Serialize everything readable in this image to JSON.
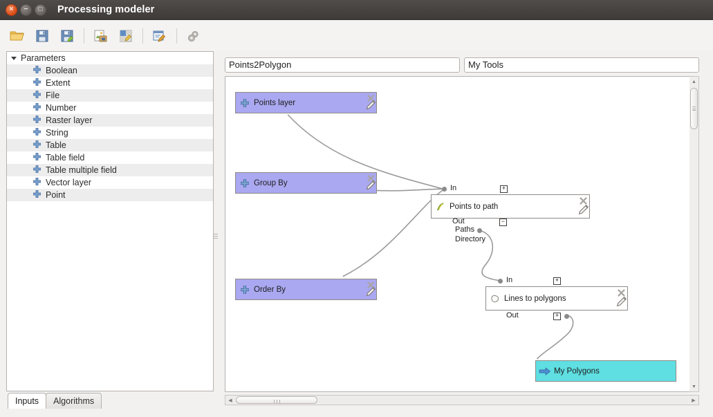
{
  "window": {
    "title": "Processing modeler",
    "controls": [
      {
        "name": "close",
        "glyph": "×"
      },
      {
        "name": "minimize",
        "glyph": "−"
      },
      {
        "name": "maximize",
        "glyph": "□"
      }
    ]
  },
  "toolbar": {
    "buttons": [
      {
        "name": "open-model-button",
        "icon": "folder-open-icon",
        "tooltip": "Open model"
      },
      {
        "name": "save-model-button",
        "icon": "save-icon",
        "tooltip": "Save model"
      },
      {
        "name": "save-model-as-button",
        "icon": "save-as-icon",
        "tooltip": "Save model as"
      },
      {
        "name": "export-image-button",
        "icon": "export-image-icon",
        "tooltip": "Export as image"
      },
      {
        "name": "export-python-button",
        "icon": "export-script-icon",
        "tooltip": "Export as script"
      },
      {
        "name": "edit-help-button",
        "icon": "edit-help-icon",
        "tooltip": "Edit model help"
      },
      {
        "name": "run-model-button",
        "icon": "run-gears-icon",
        "tooltip": "Run model"
      }
    ]
  },
  "sidebar": {
    "tree_root": "Parameters",
    "items": [
      {
        "label": "Boolean",
        "icon": "plus-icon"
      },
      {
        "label": "Extent",
        "icon": "plus-icon"
      },
      {
        "label": "File",
        "icon": "plus-icon"
      },
      {
        "label": "Number",
        "icon": "plus-icon"
      },
      {
        "label": "Raster layer",
        "icon": "plus-icon"
      },
      {
        "label": "String",
        "icon": "plus-icon"
      },
      {
        "label": "Table",
        "icon": "plus-icon"
      },
      {
        "label": "Table field",
        "icon": "plus-icon"
      },
      {
        "label": "Table multiple field",
        "icon": "plus-icon"
      },
      {
        "label": "Vector layer",
        "icon": "plus-icon"
      },
      {
        "label": "Point",
        "icon": "plus-icon"
      }
    ],
    "tabs": [
      {
        "label": "Inputs",
        "active": true
      },
      {
        "label": "Algorithms",
        "active": false
      }
    ]
  },
  "model": {
    "name_value": "Points2Polygon",
    "group_value": "My Tools",
    "nodes": [
      {
        "id": "points-layer",
        "label": "Points layer",
        "type": "parameter",
        "icon": "plus-icon"
      },
      {
        "id": "group-by",
        "label": "Group By",
        "type": "parameter",
        "icon": "plus-icon"
      },
      {
        "id": "order-by",
        "label": "Order By",
        "type": "parameter",
        "icon": "plus-icon"
      },
      {
        "id": "points-to-path",
        "label": "Points to path",
        "type": "algorithm",
        "icon": "points-to-path-icon"
      },
      {
        "id": "lines-to-polygons",
        "label": "Lines to polygons",
        "type": "algorithm",
        "icon": "polygon-icon"
      },
      {
        "id": "my-polygons",
        "label": "My Polygons",
        "type": "output",
        "icon": "arrow-right-icon"
      }
    ],
    "ports": {
      "points_to_path_in": "In",
      "points_to_path_out": "Out",
      "points_to_path_out_items": [
        "Paths",
        "Directory"
      ],
      "lines_to_polygons_in": "In",
      "lines_to_polygons_out": "Out"
    },
    "toggles": {
      "expand": "+",
      "collapse": "−"
    },
    "node_actions": {
      "delete": "delete-icon",
      "edit": "edit-pencil-icon"
    }
  },
  "colors": {
    "parameter_node": "#aaa8f0",
    "algorithm_node": "#ffffff",
    "output_node": "#5fdfe2",
    "node_border": "#8f8b87",
    "connection": "#9a9a9a",
    "titlebar": "#403c3a"
  }
}
